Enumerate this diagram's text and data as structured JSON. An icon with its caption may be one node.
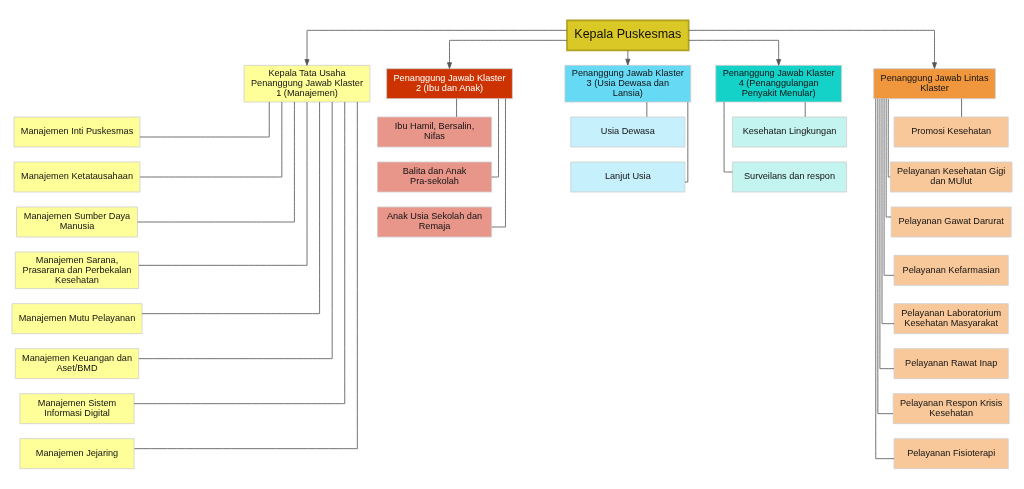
{
  "diagram": {
    "nodes": [
      {
        "text": [
          "Kepala Puskesmas"
        ]
      },
      {
        "text": [
          "Kepala Tata Usaha Penanggung Jawab Klaster 1 (Manajemen)"
        ]
      },
      {
        "text": [
          "Manajemen Inti Puskesmas"
        ]
      },
      {
        "text": [
          "Manajemen Ketatausahaan"
        ]
      },
      {
        "text": [
          "Manajemen Sumber Daya Manusia"
        ]
      },
      {
        "text": [
          "Manajemen Sarana, Prasarana dan Perbekalan Kesehatan"
        ]
      },
      {
        "text": [
          "Manajemen Mutu Pelayanan"
        ]
      },
      {
        "text": [
          "Manajemen Keuangan dan Aset/BMD"
        ]
      },
      {
        "text": [
          "Manajemen Sistem Informasi Digital"
        ]
      },
      {
        "text": [
          "Manajemen Jejaring"
        ]
      },
      {
        "text": [
          "Penanggung Jawab Klaster 2 (Ibu dan Anak)"
        ]
      },
      {
        "text": [
          "Ibu Hamil, Bersalin, Nifas"
        ]
      },
      {
        "text": [
          "Balita dan Anak Pra-sekolah"
        ]
      },
      {
        "text": [
          "Anak Usia Sekolah dan Remaja"
        ]
      },
      {
        "text": [
          "Penanggung Jawab Klaster 3 (Usia Dewasa dan Lansia)"
        ]
      },
      {
        "text": [
          "Usia Dewasa"
        ]
      },
      {
        "text": [
          "Lanjut Usia"
        ]
      },
      {
        "text": [
          "Penanggung Jawab Klaster 4 (Penanggulangan Penyakit Menular)"
        ]
      },
      {
        "text": [
          "Kesehatan Lingkungan"
        ]
      },
      {
        "text": [
          "Surveilans dan respon"
        ]
      },
      {
        "text": [
          "Penanggung Jawab Lintas Klaster"
        ]
      },
      {
        "text": [
          "Promosi Kesehatan"
        ]
      },
      {
        "text": [
          "Pelayanan Kesehatan Gigi dan MUlut"
        ]
      },
      {
        "text": [
          "Pelayanan Gawat Darurat"
        ]
      },
      {
        "text": [
          "Pelayanan Kefarmasian"
        ]
      },
      {
        "text": [
          "Pelayanan Laboratorium Kesehatan Masyarakat"
        ]
      },
      {
        "text": [
          "Pelayanan Rawat Inap"
        ]
      },
      {
        "text": [
          "Pelayanan Respon Krisis Kesehatan"
        ]
      },
      {
        "text": [
          "Pelayanan Fisioterapi"
        ]
      }
    ],
    "edges": [
      {
        "from": 0,
        "to": 1,
        "arrow": "to"
      },
      {
        "from": 0,
        "to": 10,
        "arrow": "to"
      },
      {
        "from": 0,
        "to": 14,
        "arrow": "to"
      },
      {
        "from": 0,
        "to": 17,
        "arrow": "to"
      },
      {
        "from": 0,
        "to": 20,
        "arrow": "to"
      },
      {
        "from": 1,
        "to": 2,
        "arrow": "none"
      },
      {
        "from": 1,
        "to": 3,
        "arrow": "none"
      },
      {
        "from": 1,
        "to": 4,
        "arrow": "none"
      },
      {
        "from": 1,
        "to": 5,
        "arrow": "none"
      },
      {
        "from": 1,
        "to": 6,
        "arrow": "none"
      },
      {
        "from": 1,
        "to": 7,
        "arrow": "none"
      },
      {
        "from": 1,
        "to": 8,
        "arrow": "none"
      },
      {
        "from": 1,
        "to": 9,
        "arrow": "none"
      },
      {
        "from": 10,
        "to": 11,
        "arrow": "none"
      },
      {
        "from": 10,
        "to": 12,
        "arrow": "none"
      },
      {
        "from": 10,
        "to": 13,
        "arrow": "none"
      },
      {
        "from": 14,
        "to": 15,
        "arrow": "none"
      },
      {
        "from": 14,
        "to": 16,
        "arrow": "none"
      },
      {
        "from": 17,
        "to": 18,
        "arrow": "none"
      },
      {
        "from": 17,
        "to": 19,
        "arrow": "none"
      },
      {
        "from": 20,
        "to": 21,
        "arrow": "none"
      },
      {
        "from": 20,
        "to": 22,
        "arrow": "none"
      },
      {
        "from": 20,
        "to": 23,
        "arrow": "none"
      },
      {
        "from": 20,
        "to": 24,
        "arrow": "none"
      },
      {
        "from": 20,
        "to": 25,
        "arrow": "none"
      },
      {
        "from": 20,
        "to": 26,
        "arrow": "none"
      },
      {
        "from": 20,
        "to": 27,
        "arrow": "none"
      },
      {
        "from": 20,
        "to": 28,
        "arrow": "none"
      }
    ]
  }
}
